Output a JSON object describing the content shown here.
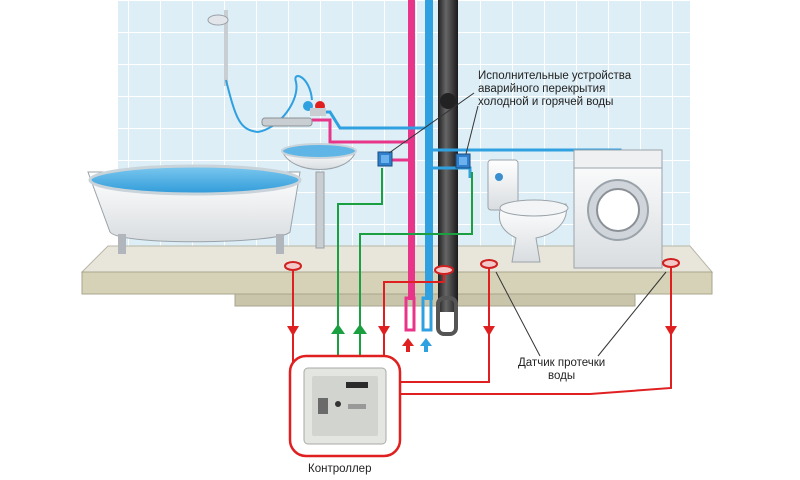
{
  "labels": {
    "actuators": [
      "Исполнительные устройства",
      "аварийного перекрытия",
      "холодной и горячей воды"
    ],
    "leak_sensor": [
      "Датчик протечки",
      "воды"
    ],
    "controller": "Контроллер"
  },
  "colors": {
    "hot_pipe": "#e8358a",
    "cold_pipe": "#2fa0e0",
    "sewer_pipe": "#3a3a3a",
    "sensor_wire": "#e02020",
    "control_wire": "#1aa040",
    "tile_bg": "#ddeef6",
    "tile_line": "#ffffff",
    "floor": "#e8e6da"
  },
  "icons": [
    "shower-icon",
    "bathtub-icon",
    "sink-icon",
    "toilet-icon",
    "washing-machine-icon",
    "valve-icon",
    "leak-sensor-icon",
    "controller-icon"
  ]
}
